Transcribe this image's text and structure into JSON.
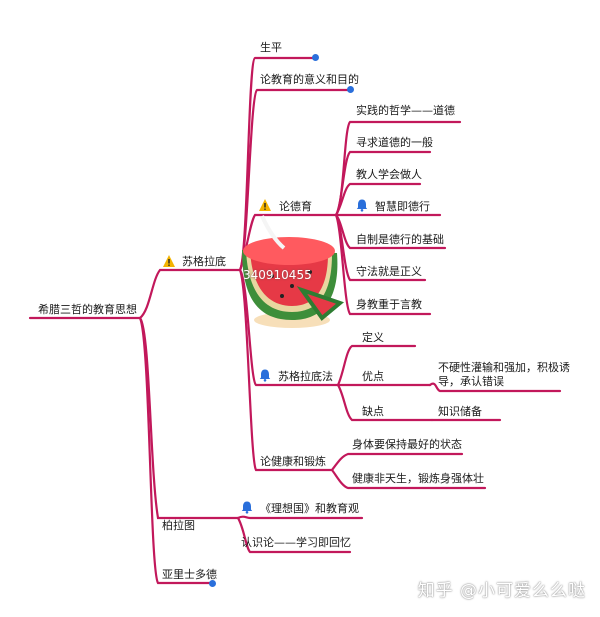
{
  "colors": {
    "branch": "#c2185b",
    "dot": "#2a6fdb",
    "warn": "#f4b400",
    "bell": "#2a6fdb"
  },
  "root": "希腊三哲的教育思想",
  "nodes": {
    "socrates": "苏格拉底",
    "life": "生平",
    "meaning": "论教育的意义和目的",
    "moral": "论德育",
    "m1": "实践的哲学——道德",
    "m2": "寻求道德的一般",
    "m3": "教人学会做人",
    "m4": "智慧即德行",
    "m5": "自制是德行的基础",
    "m6": "守法就是正义",
    "m7": "身教重于言教",
    "method": "苏格拉底法",
    "def": "定义",
    "pros": "优点",
    "pros_detail": "不硬性灌输和强加，积极诱导，承认错误",
    "cons": "缺点",
    "cons_detail": "知识储备",
    "health": "论健康和锻炼",
    "h1": "身体要保持最好的状态",
    "h2": "健康非天生，锻炼身强体壮",
    "plato": "柏拉图",
    "republic": "《理想国》和教育观",
    "recall": "认识论——学习即回忆",
    "aristotle": "亚里士多德"
  },
  "icons": [
    "warning-icon",
    "bell-icon",
    "watermelon-illustration"
  ],
  "watermark": "知乎 @小可爱么么哒",
  "illustration_text": "340910455"
}
